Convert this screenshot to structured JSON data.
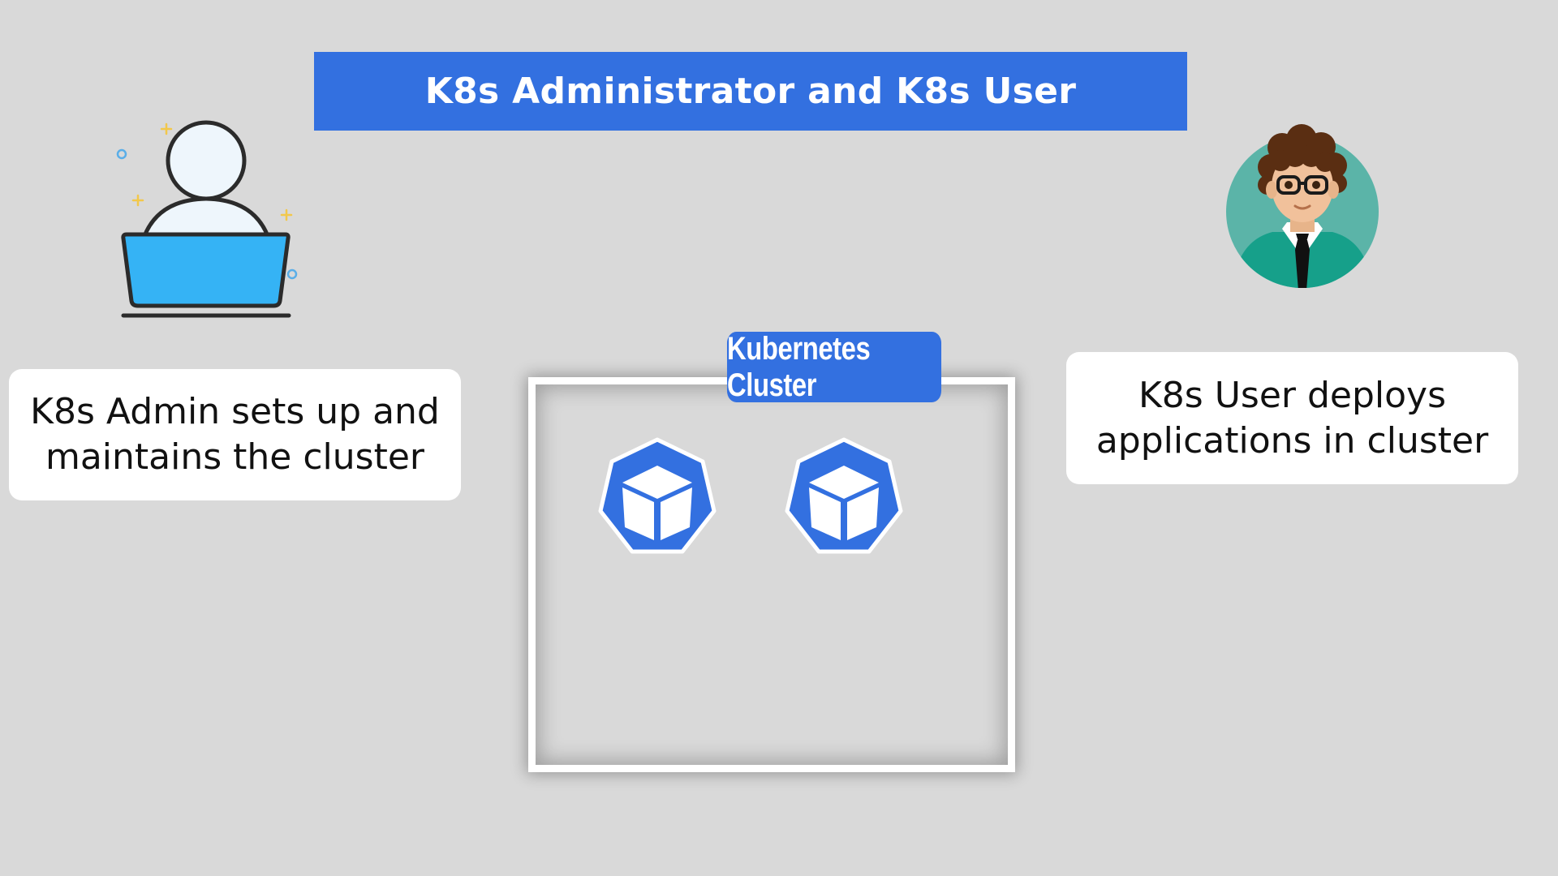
{
  "header": {
    "title": "K8s Administrator and K8s User"
  },
  "admin": {
    "icon": "admin-laptop-icon",
    "caption_line1": "K8s Admin sets up and",
    "caption_line2": "maintains the cluster"
  },
  "user": {
    "icon": "developer-avatar-icon",
    "caption_line1": "K8s User deploys",
    "caption_line2": "applications in cluster"
  },
  "cluster": {
    "label": "Kubernetes Cluster",
    "nodes": [
      {
        "icon": "kubernetes-cube-icon"
      },
      {
        "icon": "kubernetes-cube-icon"
      }
    ]
  },
  "colors": {
    "background": "#d9d9d9",
    "accent_blue": "#3370e0",
    "laptop_blue": "#35b3f5",
    "avatar_teal": "#5bb4a8"
  }
}
